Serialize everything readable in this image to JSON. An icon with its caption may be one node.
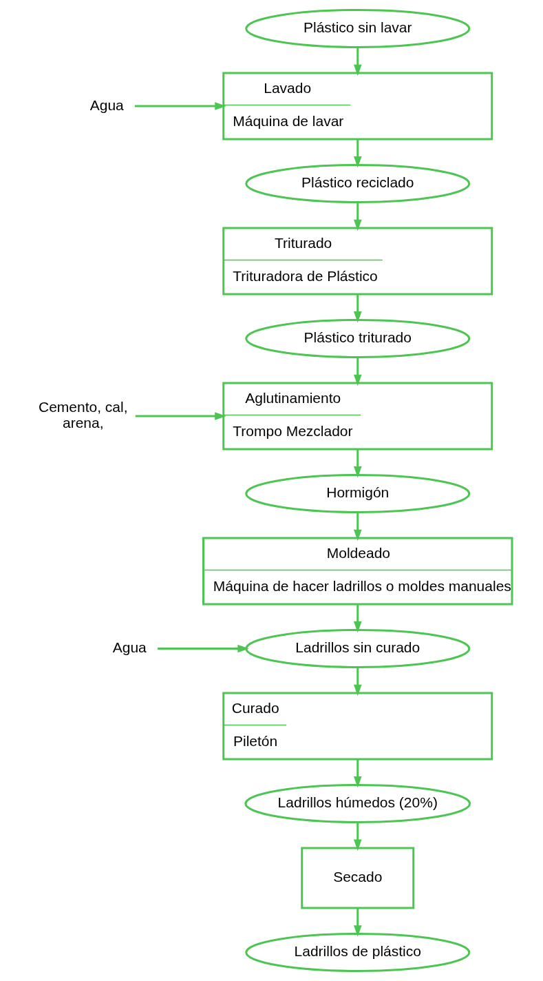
{
  "diagram": {
    "nodes": [
      {
        "text": [
          "Plástico sin lavar"
        ]
      },
      {
        "text": [
          "Agua"
        ]
      },
      {
        "text": [
          "Lavado",
          "Máquina de lavar"
        ]
      },
      {
        "text": [
          "Plástico reciclado"
        ]
      },
      {
        "text": [
          "Triturado",
          "Trituradora de Plástico"
        ]
      },
      {
        "text": [
          "Plástico triturado"
        ]
      },
      {
        "text": [
          "Cemento, cal, arena,"
        ]
      },
      {
        "text": [
          "Aglutinamiento",
          "Trompo Mezclador"
        ]
      },
      {
        "text": [
          "Hormigón"
        ]
      },
      {
        "text": [
          "Moldeado",
          "Máquina de hacer ladrillos o moldes manuales"
        ]
      },
      {
        "text": [
          "Agua"
        ]
      },
      {
        "text": [
          "Ladrillos sin curado"
        ]
      },
      {
        "text": [
          "Curado",
          "Piletón"
        ]
      },
      {
        "text": [
          "Ladrillos húmedos (20%)"
        ]
      },
      {
        "text": [
          "Secado"
        ]
      },
      {
        "text": [
          "Ladrillos de plástico"
        ]
      }
    ],
    "edges": [
      {
        "from": 0,
        "to": 2,
        "arrow": "to"
      },
      {
        "from": 1,
        "to": 2,
        "arrow": "to"
      },
      {
        "from": 2,
        "to": 3,
        "arrow": "to"
      },
      {
        "from": 3,
        "to": 4,
        "arrow": "to"
      },
      {
        "from": 4,
        "to": 5,
        "arrow": "to"
      },
      {
        "from": 5,
        "to": 7,
        "arrow": "to"
      },
      {
        "from": 6,
        "to": 7,
        "arrow": "to"
      },
      {
        "from": 7,
        "to": 8,
        "arrow": "to"
      },
      {
        "from": 8,
        "to": 9,
        "arrow": "to"
      },
      {
        "from": 9,
        "to": 11,
        "arrow": "to"
      },
      {
        "from": 10,
        "to": 11,
        "arrow": "to"
      },
      {
        "from": 11,
        "to": 12,
        "arrow": "to"
      },
      {
        "from": 12,
        "to": 13,
        "arrow": "to"
      },
      {
        "from": 13,
        "to": 14,
        "arrow": "to"
      },
      {
        "from": 14,
        "to": 15,
        "arrow": "to"
      }
    ]
  }
}
